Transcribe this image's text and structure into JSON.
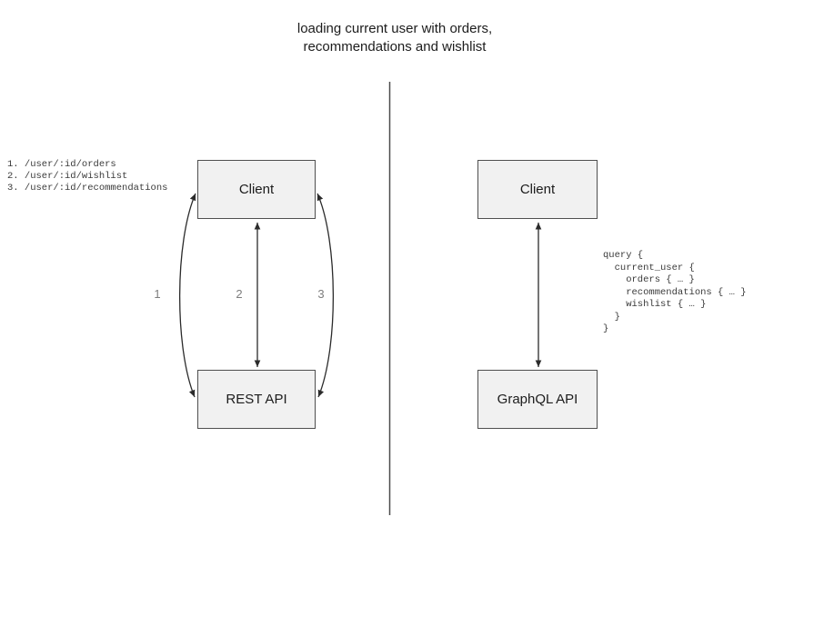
{
  "title": {
    "line1": "loading current user with orders,",
    "line2": "recommendations and wishlist"
  },
  "rest_side": {
    "endpoints": [
      "1. /user/:id/orders",
      "2. /user/:id/wishlist",
      "3. /user/:id/recommendations"
    ],
    "client_box": "Client",
    "api_box": "REST API",
    "arrow_labels": [
      "1",
      "2",
      "3"
    ]
  },
  "graphql_side": {
    "client_box": "Client",
    "api_box": "GraphQL API",
    "query": "query {\n  current_user {\n    orders { … }\n    recommendations { … }\n    wishlist { … }\n  }\n}"
  },
  "colors": {
    "box_fill": "#f1f1f1",
    "box_border": "#4f4f4f",
    "arrow": "#2b2b2b",
    "divider": "#4d4d4d",
    "code_text": "#3a3a3a",
    "arrow_label": "#7d7d7d",
    "title_text": "#1c1c1c"
  }
}
